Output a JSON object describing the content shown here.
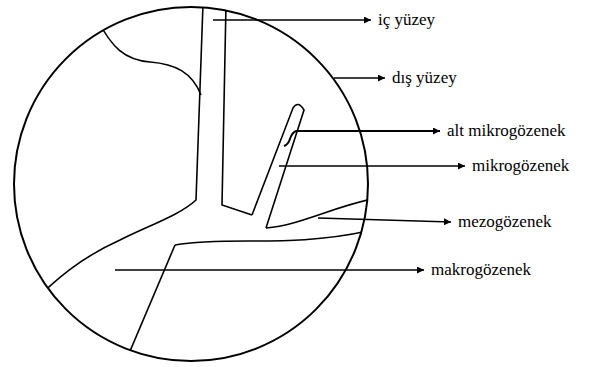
{
  "diagram": {
    "labels": [
      "iç yüzey",
      "dış yüzey",
      "alt mikrogözenek",
      "mikrogözenek",
      "mezogözenek",
      "makrogözenek"
    ]
  }
}
